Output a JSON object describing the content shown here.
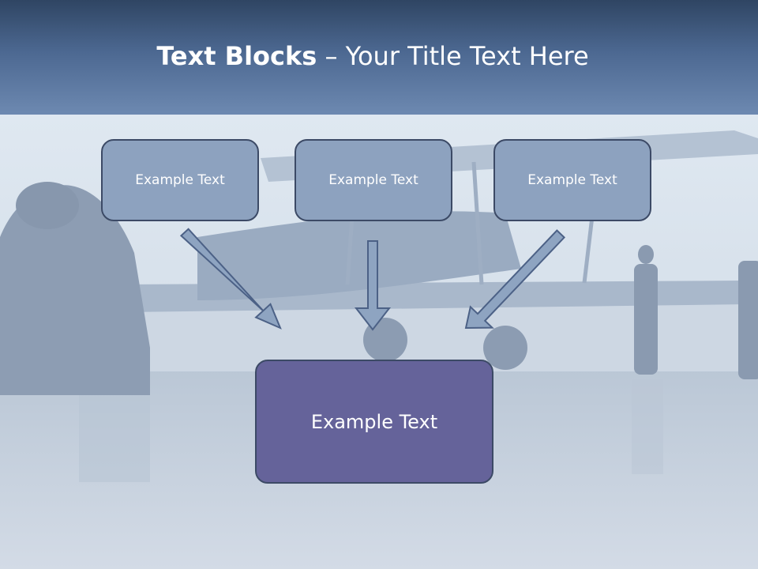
{
  "title": {
    "bold_part": "Text Blocks",
    "separator": " – ",
    "rest": "Your Title Text Here"
  },
  "boxes": {
    "top_left": "Example Text",
    "top_center": "Example Text",
    "top_right": "Example Text",
    "bottom": "Example Text"
  },
  "colors": {
    "header_top": "#2f4563",
    "header_bottom": "#6d89b1",
    "small_box_fill": "#8da2bf",
    "big_box_fill": "#65639a",
    "box_border": "#3c4a66",
    "arrow_fill": "#8ea4c1"
  },
  "background_image": "biplane-in-hangar-photo"
}
